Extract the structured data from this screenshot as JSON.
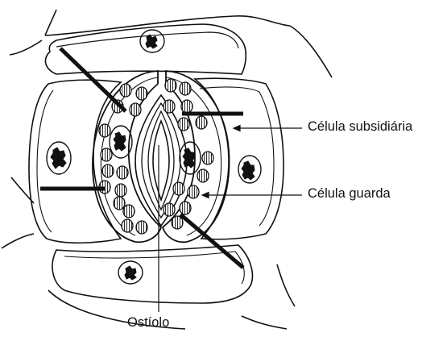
{
  "labels": {
    "subsidiary_cell": "Célula subsidiária",
    "guard_cell": "Célula guarda",
    "ostiole": "Ostíolo"
  },
  "colors": {
    "ink": "#111111",
    "background": "#ffffff"
  }
}
